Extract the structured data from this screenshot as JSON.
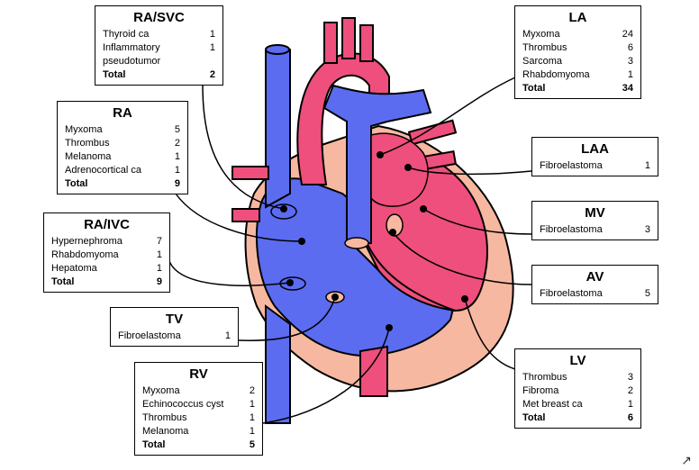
{
  "colors": {
    "blue": "#5b6cf0",
    "red": "#ee4f7c",
    "pericardium": "#f6b8a0",
    "line": "#000000"
  },
  "boxes": {
    "ra_svc": {
      "title": "RA/SVC",
      "rows": [
        {
          "label": "Thyroid ca",
          "count": "1"
        },
        {
          "label": "Inflammatory pseudotumor",
          "count": "1"
        }
      ],
      "total": {
        "label": "Total",
        "count": "2"
      }
    },
    "ra": {
      "title": "RA",
      "rows": [
        {
          "label": "Myxoma",
          "count": "5"
        },
        {
          "label": "Thrombus",
          "count": "2"
        },
        {
          "label": "Melanoma",
          "count": "1"
        },
        {
          "label": "Adrenocortical ca",
          "count": "1"
        }
      ],
      "total": {
        "label": "Total",
        "count": "9"
      }
    },
    "ra_ivc": {
      "title": "RA/IVC",
      "rows": [
        {
          "label": "Hypernephroma",
          "count": "7"
        },
        {
          "label": "Rhabdomyoma",
          "count": "1"
        },
        {
          "label": "Hepatoma",
          "count": "1"
        }
      ],
      "total": {
        "label": "Total",
        "count": "9"
      }
    },
    "tv": {
      "title": "TV",
      "rows": [
        {
          "label": "Fibroelastoma",
          "count": "1"
        }
      ]
    },
    "rv": {
      "title": "RV",
      "rows": [
        {
          "label": "Myxoma",
          "count": "2"
        },
        {
          "label": "Echinococcus cyst",
          "count": "1"
        },
        {
          "label": "Thrombus",
          "count": "1"
        },
        {
          "label": "Melanoma",
          "count": "1"
        }
      ],
      "total": {
        "label": "Total",
        "count": "5"
      }
    },
    "la": {
      "title": "LA",
      "rows": [
        {
          "label": "Myxoma",
          "count": "24"
        },
        {
          "label": "Thrombus",
          "count": "6"
        },
        {
          "label": "Sarcoma",
          "count": "3"
        },
        {
          "label": "Rhabdomyoma",
          "count": "1"
        }
      ],
      "total": {
        "label": "Total",
        "count": "34"
      }
    },
    "laa": {
      "title": "LAA",
      "rows": [
        {
          "label": "Fibroelastoma",
          "count": "1"
        }
      ]
    },
    "mv": {
      "title": "MV",
      "rows": [
        {
          "label": "Fibroelastoma",
          "count": "3"
        }
      ]
    },
    "av": {
      "title": "AV",
      "rows": [
        {
          "label": "Fibroelastoma",
          "count": "5"
        }
      ]
    },
    "lv": {
      "title": "LV",
      "rows": [
        {
          "label": "Thrombus",
          "count": "3"
        },
        {
          "label": "Fibroma",
          "count": "2"
        },
        {
          "label": "Met breast ca",
          "count": "1"
        }
      ],
      "total": {
        "label": "Total",
        "count": "6"
      }
    }
  },
  "corner_icon": "resize-arrow-icon"
}
